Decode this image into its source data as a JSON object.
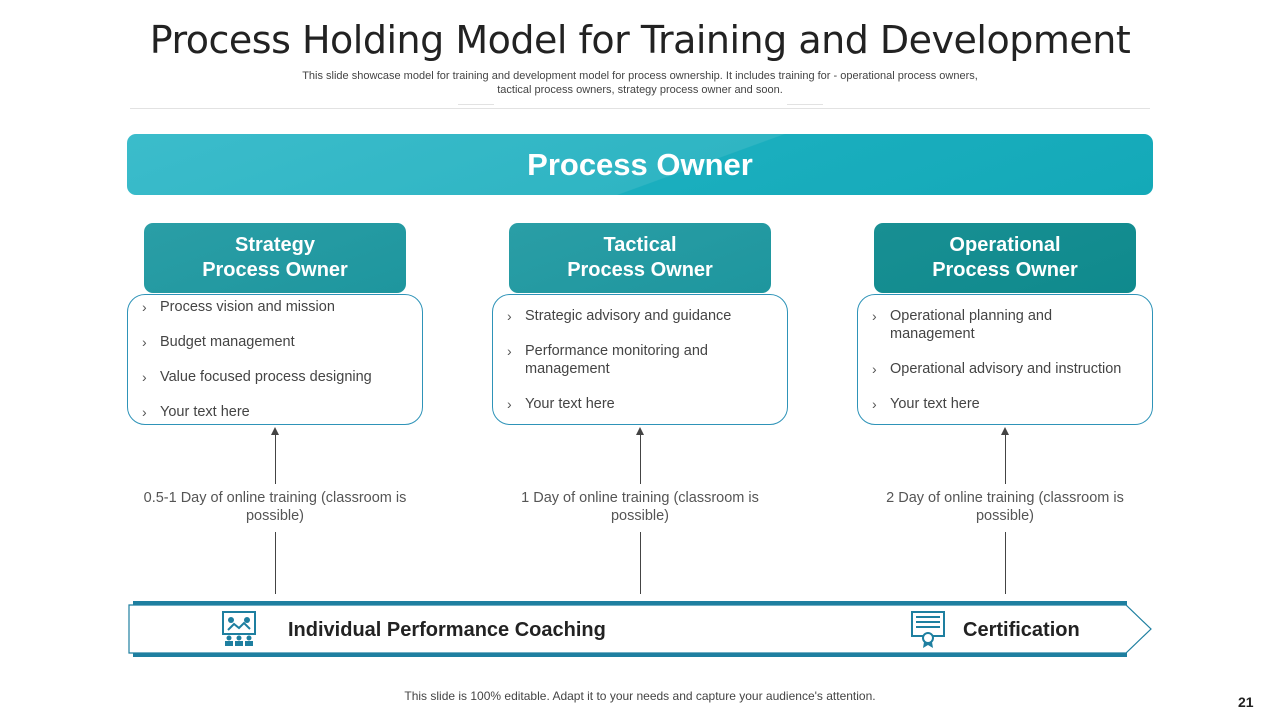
{
  "title": "Process Holding Model for Training and Development",
  "subtitle": "This slide showcase model for training and development model for process ownership. It includes training for - operational process owners, tactical process owners, strategy process owner and  soon.",
  "banner": "Process Owner",
  "columns": [
    {
      "title_line1": "Strategy",
      "title_line2": "Process Owner",
      "items": [
        "Process vision and mission",
        "Budget management",
        "Value focused process designing",
        "Your text here"
      ],
      "training": "0.5-1 Day of online training (classroom is possible)"
    },
    {
      "title_line1": "Tactical",
      "title_line2": "Process Owner",
      "items": [
        "Strategic advisory and guidance",
        "Performance monitoring and management",
        "Your text here"
      ],
      "training": "1 Day of online training (classroom is possible)"
    },
    {
      "title_line1": "Operational",
      "title_line2": "Process Owner",
      "items": [
        "Operational planning and management",
        "Operational advisory and instruction",
        "Your text here"
      ],
      "training": "2 Day of online training (classroom is possible)"
    }
  ],
  "bar": {
    "left_label": "Individual Performance Coaching",
    "right_label": "Certification",
    "left_icon": "coaching-group-icon",
    "right_icon": "certificate-icon",
    "accent_color": "#1e7fa0"
  },
  "bullet_glyph": "›",
  "footer": "This slide is 100% editable. Adapt it to your needs and capture your audience's attention.",
  "page_number": "21",
  "colors": {
    "banner": "#2fb5c3",
    "column_header": "#1e969e",
    "box_border": "#2e93b8"
  }
}
